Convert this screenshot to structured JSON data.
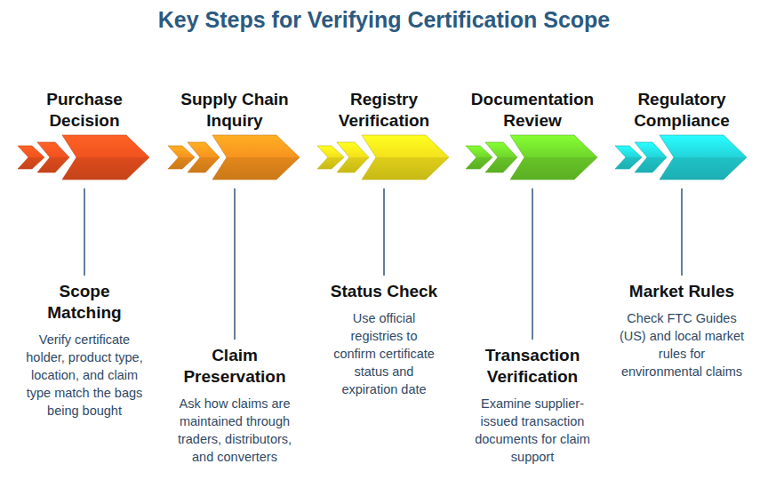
{
  "diagram": {
    "title": "Key Steps for Verifying Certification Scope",
    "nodes": [
      {
        "text": [
          "Purchase Decision"
        ]
      },
      {
        "text": [
          "Supply Chain Inquiry"
        ]
      },
      {
        "text": [
          "Registry Verification"
        ]
      },
      {
        "text": [
          "Documentation Review"
        ]
      },
      {
        "text": [
          "Regulatory Compliance"
        ]
      },
      {
        "text": [
          "Scope Matching",
          "Verify certificate holder, product type, location, and claim type match the bags being bought"
        ]
      },
      {
        "text": [
          "Claim Preservation",
          "Ask how claims are maintained through traders, distributors, and converters"
        ]
      },
      {
        "text": [
          "Status Check",
          "Use official registries to confirm certificate status and expiration date"
        ]
      },
      {
        "text": [
          "Transaction Verification",
          "Examine supplier-issued transaction documents for claim support"
        ]
      },
      {
        "text": [
          "Market Rules",
          "Check FTC Guides (US) and local market rules for environmental claims"
        ]
      }
    ],
    "edges": [
      {
        "from": 0,
        "to": 5,
        "arrow": "none"
      },
      {
        "from": 1,
        "to": 6,
        "arrow": "none"
      },
      {
        "from": 2,
        "to": 7,
        "arrow": "none"
      },
      {
        "from": 3,
        "to": 8,
        "arrow": "none"
      },
      {
        "from": 4,
        "to": 9,
        "arrow": "none"
      }
    ]
  }
}
